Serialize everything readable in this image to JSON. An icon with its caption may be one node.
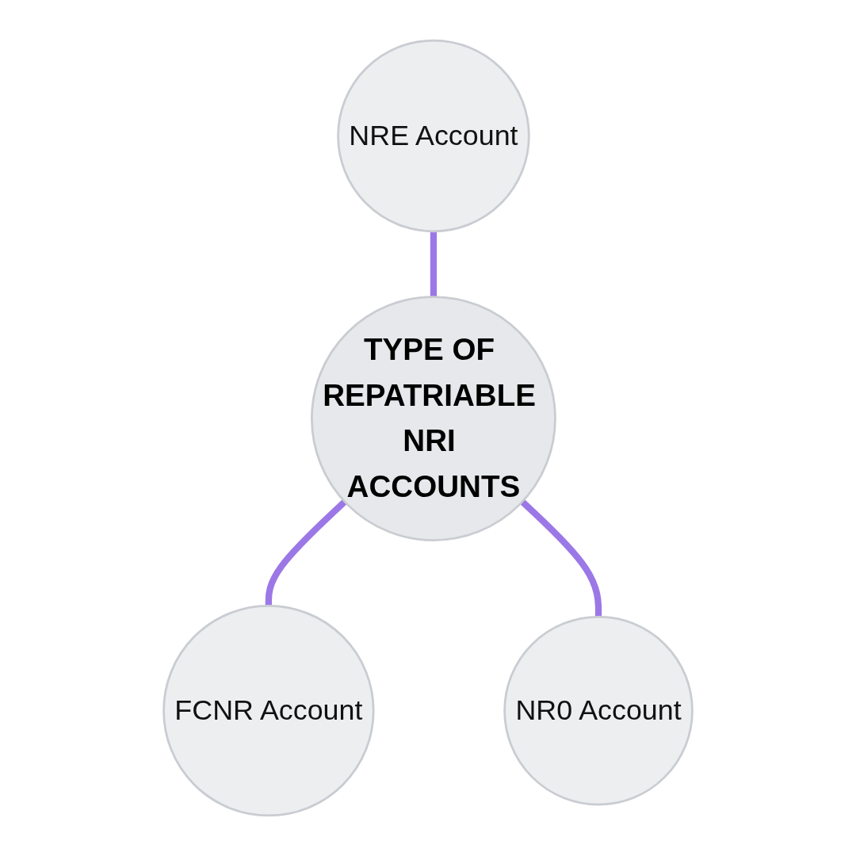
{
  "diagram": {
    "nodes": [
      {
        "text": [
          "NRE Account"
        ]
      },
      {
        "text": [
          "TYPE OF REPATRIABLE NRI ACCOUNTS"
        ]
      },
      {
        "text": [
          "FCNR Account"
        ]
      },
      {
        "text": [
          "NR0 Account"
        ]
      }
    ],
    "edges": [
      {
        "from": 0,
        "to": 1,
        "arrow": "none"
      },
      {
        "from": 1,
        "to": 2,
        "arrow": "none"
      },
      {
        "from": 1,
        "to": 3,
        "arrow": "none"
      }
    ]
  }
}
